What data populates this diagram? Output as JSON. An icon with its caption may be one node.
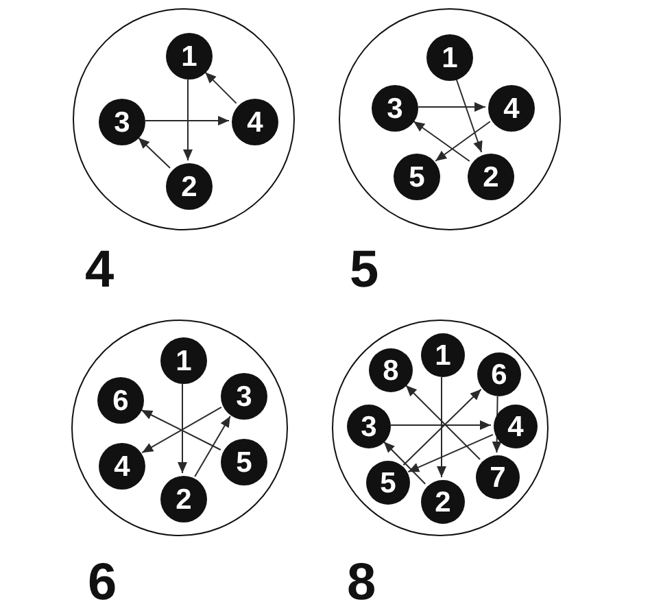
{
  "diagram": {
    "nodes": [
      {
        "text": [],
        "shape": "circle",
        "beside": [
          "4"
        ]
      },
      {
        "text": [
          "1"
        ],
        "in": 0
      },
      {
        "text": [
          "3"
        ],
        "in": 0
      },
      {
        "text": [
          "4"
        ],
        "in": 0
      },
      {
        "text": [
          "2"
        ],
        "in": 0
      },
      {
        "text": [],
        "shape": "circle",
        "beside": [
          "5"
        ]
      },
      {
        "text": [
          "1"
        ],
        "in": 5
      },
      {
        "text": [
          "3"
        ],
        "in": 5
      },
      {
        "text": [
          "4"
        ],
        "in": 5
      },
      {
        "text": [
          "5"
        ],
        "in": 5
      },
      {
        "text": [
          "2"
        ],
        "in": 5
      },
      {
        "text": [],
        "shape": "circle",
        "beside": [
          "6"
        ]
      },
      {
        "text": [
          "1"
        ],
        "in": 11
      },
      {
        "text": [
          "6"
        ],
        "in": 11
      },
      {
        "text": [
          "3"
        ],
        "in": 11
      },
      {
        "text": [
          "4"
        ],
        "in": 11
      },
      {
        "text": [
          "5"
        ],
        "in": 11
      },
      {
        "text": [
          "2"
        ],
        "in": 11
      },
      {
        "text": [],
        "shape": "circle",
        "beside": [
          "8"
        ]
      },
      {
        "text": [
          "1"
        ],
        "in": 18
      },
      {
        "text": [
          "8"
        ],
        "in": 18
      },
      {
        "text": [
          "6"
        ],
        "in": 18
      },
      {
        "text": [
          "3"
        ],
        "in": 18
      },
      {
        "text": [
          "4"
        ],
        "in": 18
      },
      {
        "text": [
          "5"
        ],
        "in": 18
      },
      {
        "text": [
          "7"
        ],
        "in": 18
      },
      {
        "text": [
          "2"
        ],
        "in": 18
      }
    ],
    "edges": [
      {
        "from": 1,
        "to": 4,
        "arrow": "to"
      },
      {
        "from": 4,
        "to": 2,
        "arrow": "to"
      },
      {
        "from": 2,
        "to": 3,
        "arrow": "to"
      },
      {
        "from": 3,
        "to": 1,
        "arrow": "to"
      },
      {
        "from": 6,
        "to": 10,
        "arrow": "to"
      },
      {
        "from": 10,
        "to": 7,
        "arrow": "to"
      },
      {
        "from": 7,
        "to": 8,
        "arrow": "to"
      },
      {
        "from": 8,
        "to": 9,
        "arrow": "to"
      },
      {
        "from": 12,
        "to": 17,
        "arrow": "to"
      },
      {
        "from": 17,
        "to": 14,
        "arrow": "to"
      },
      {
        "from": 14,
        "to": 15,
        "arrow": "to"
      },
      {
        "from": 16,
        "to": 13,
        "arrow": "to"
      },
      {
        "from": 19,
        "to": 26,
        "arrow": "to"
      },
      {
        "from": 26,
        "to": 22,
        "arrow": "to"
      },
      {
        "from": 22,
        "to": 23,
        "arrow": "to"
      },
      {
        "from": 23,
        "to": 24,
        "arrow": "to"
      },
      {
        "from": 24,
        "to": 21,
        "arrow": "to"
      },
      {
        "from": 21,
        "to": 25,
        "arrow": "to"
      },
      {
        "from": 25,
        "to": 20,
        "arrow": "to"
      }
    ]
  }
}
